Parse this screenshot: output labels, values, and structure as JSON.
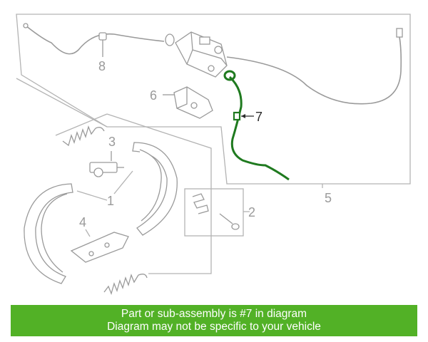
{
  "callouts": {
    "c1": "1",
    "c2": "2",
    "c3": "3",
    "c4": "4",
    "c5": "5",
    "c6": "6",
    "c7": "7",
    "c8": "8"
  },
  "banner": {
    "line1": "Part or sub-assembly is #7 in diagram",
    "line2": "Diagram may not be specific to your vehicle"
  },
  "colors": {
    "highlight_part": "#1f7a1f",
    "banner_bg": "#52b126",
    "line_gray": "#b3b3b3"
  }
}
